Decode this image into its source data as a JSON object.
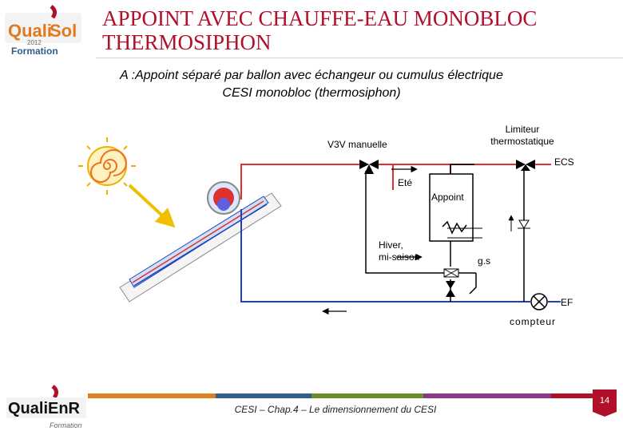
{
  "header": {
    "logo_top": {
      "word1": "Quali",
      "word2": "Sol",
      "year": "2012",
      "tagline": "Formation"
    },
    "title": "APPOINT AVEC CHAUFFE-EAU MONOBLOC THERMOSIPHON",
    "subtitle_line1": "A :Appoint séparé par ballon avec échangeur ou cumulus électrique",
    "subtitle_line2": "CESI monobloc (thermosiphon)"
  },
  "diagram": {
    "labels": {
      "v3v": "V3V manuelle",
      "limiteur": "Limiteur\nthermostatique",
      "ecs": "ECS",
      "ete": "Eté",
      "appoint": "Appoint",
      "hiver": "Hiver,\nmi-saison",
      "gs": "g.s",
      "ef": "EF",
      "compteur": "compteur"
    },
    "colors": {
      "hot": "#e03030",
      "cold": "#2040c0",
      "arrow_sun": "#f0c000",
      "sun": "#f07020"
    }
  },
  "footer": {
    "text": "CESI – Chap.4 – Le dimensionnement du CESI",
    "page_number": "14",
    "logo_bottom": {
      "word1": "Quali",
      "word2": "EnR",
      "tagline": "Formation"
    },
    "bar_colors": [
      "#e08020",
      "#2e5f8a",
      "#6a8f2a",
      "#8a3a8a",
      "#b0102a"
    ]
  }
}
